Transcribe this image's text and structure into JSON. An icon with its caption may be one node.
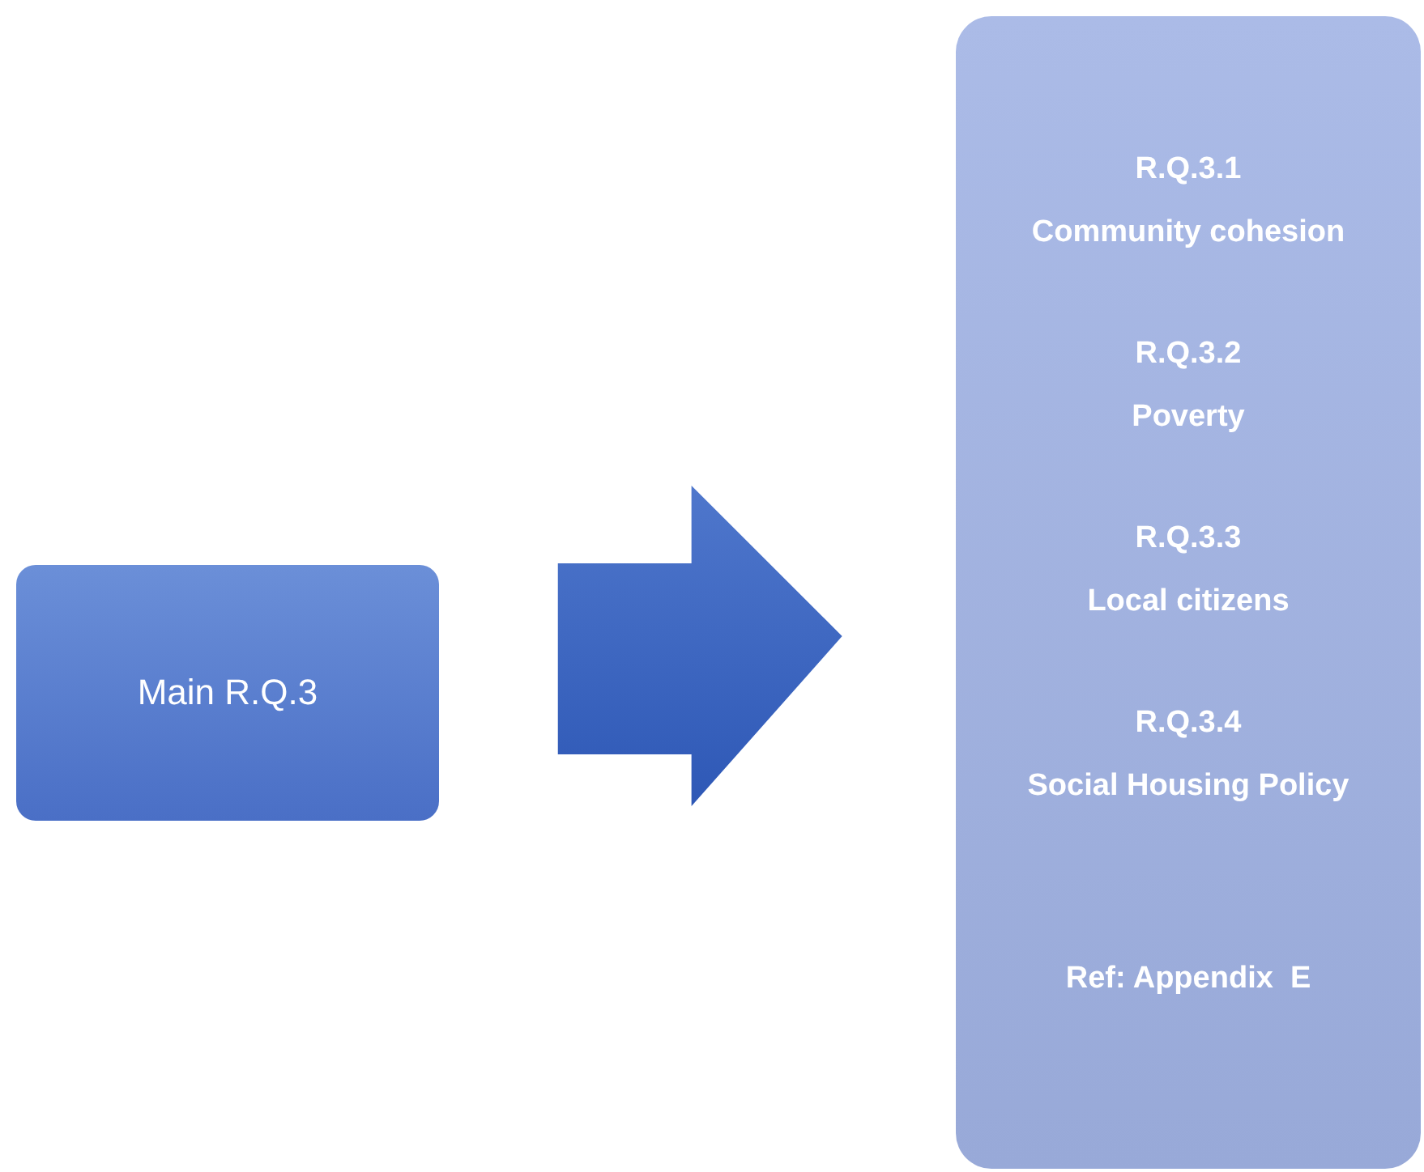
{
  "diagram": {
    "nodes": [
      {
        "text": [
          "Main R.Q.3"
        ]
      },
      {
        "text": [
          "R.Q.3.1 Community cohesion",
          "R.Q.3.2 Poverty",
          "R.Q.3.3 Local citizens",
          "R.Q.3.4 Social Housing Policy",
          "Ref: Appendix  E"
        ]
      }
    ],
    "edges": [
      {
        "from": 0,
        "to": 1,
        "arrow": "to"
      }
    ]
  }
}
